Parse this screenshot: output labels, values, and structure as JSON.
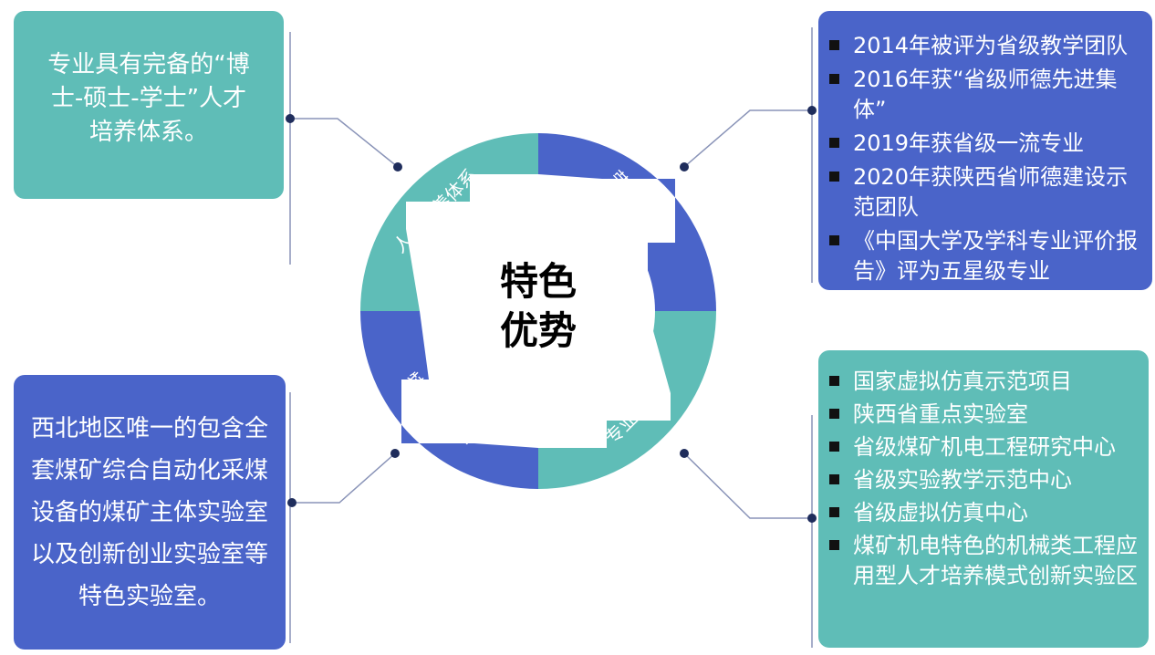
{
  "center": {
    "line1": "特色",
    "line2": "优势"
  },
  "segments": {
    "top_left": "人才培养体系",
    "top_right": "荣誉称号",
    "bottom_left": "特色实验室",
    "bottom_right": "专业平台"
  },
  "boxes": {
    "top_left": {
      "lines": [
        "专业具有完备的“博",
        "士-硕士-学士”人才",
        "培养体系。"
      ]
    },
    "bottom_left": {
      "lines": [
        "西北地区唯一的包含全",
        "套煤矿综合自动化采煤",
        "设备的煤矿主体实验室",
        "以及创新创业实验室等",
        "特色实验室。"
      ]
    },
    "top_right": {
      "items": [
        "2014年被评为省级教学团队",
        "2016年获“省级师德先进集体”",
        "2019年获省级一流专业",
        "2020年获陕西省师德建设示范团队",
        "《中国大学及学科专业评价报告》评为五星级专业"
      ]
    },
    "bottom_right": {
      "items": [
        "国家虚拟仿真示范项目",
        "陕西省重点实验室",
        "省级煤矿机电工程研究中心",
        "省级实验教学示范中心",
        "省级虚拟仿真中心",
        "煤矿机电特色的机械类工程应用型人才培养模式创新实验区"
      ]
    }
  },
  "colors": {
    "teal": "#5fbdb7",
    "blue": "#4a64c9",
    "connector": "#8a94b8",
    "dot": "#1f2d5c"
  }
}
